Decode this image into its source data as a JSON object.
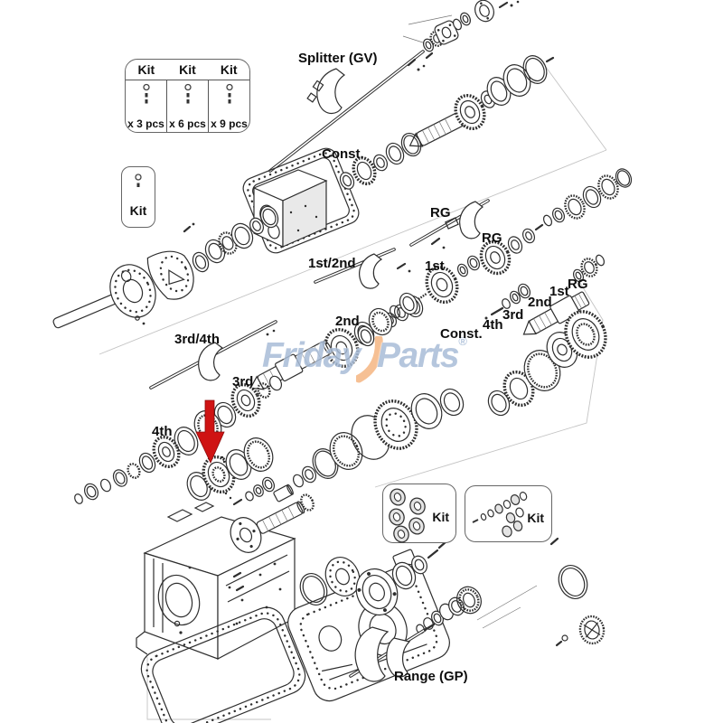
{
  "diagram_title": "transmission exploded parts diagram",
  "kit_top": {
    "columns": [
      {
        "header": "Kit",
        "qty": "x 3 pcs"
      },
      {
        "header": "Kit",
        "qty": "x 6 pcs"
      },
      {
        "header": "Kit",
        "qty": "x 9 pcs"
      }
    ]
  },
  "kit_single": {
    "label": "Kit"
  },
  "kit_rollers": {
    "label": "Kit"
  },
  "kit_hardware": {
    "label": "Kit"
  },
  "labels": {
    "splitter": "Splitter (GV)",
    "const_top": "Const.",
    "rg_fork": "RG",
    "rg_hub": "RG",
    "first_second": "1st/2nd",
    "first_main": "1st",
    "second_main": "2nd",
    "const_mid": "Const.",
    "third_fourth": "3rd/4th",
    "third_main": "3rd",
    "fourth_main": "4th",
    "cs_fourth": "4th",
    "cs_third": "3rd",
    "cs_second": "2nd",
    "cs_first": "1st",
    "cs_rg": "RG",
    "range": "Range (GP)"
  },
  "watermark": {
    "word1": "Friday",
    "word2": "Parts",
    "reg": "®"
  },
  "colors": {
    "arrow_red": "#cf1313",
    "watermark_blue": "#a9bdd8",
    "watermark_orange": "#f3a86b",
    "line": "#2e2e2e"
  }
}
